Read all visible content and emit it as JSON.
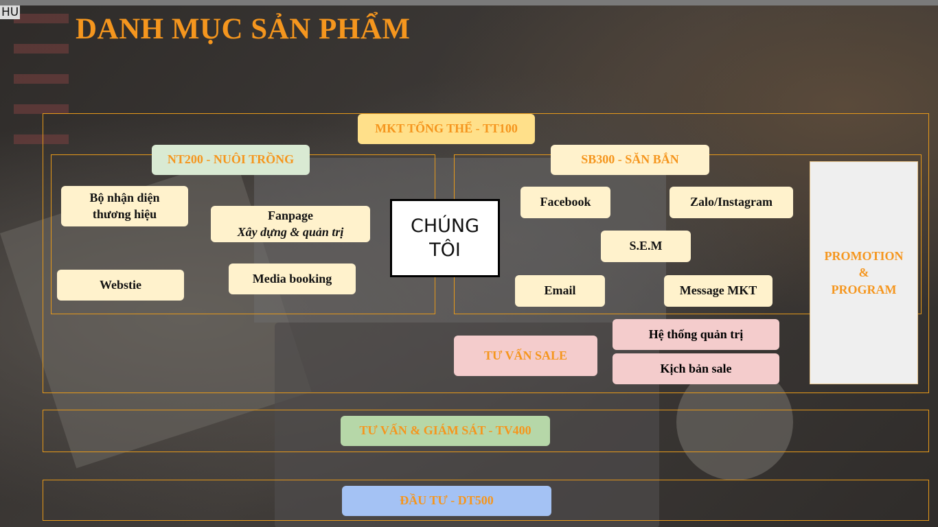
{
  "corner_label": "HU",
  "title": "DANH MỤC SẢN PHẨM",
  "center": "CHÚNG TÔI",
  "overall": {
    "label": "MKT TỔNG THỂ - TT100"
  },
  "nt200": {
    "label": "NT200 - NUÔI TRỒNG",
    "items": {
      "brand_line1": "Bộ nhận diện",
      "brand_line2": "thương hiệu",
      "fanpage_line1": "Fanpage",
      "fanpage_line2": "Xây dựng & quản trị",
      "website": "Webstie",
      "media": "Media booking"
    }
  },
  "sb300": {
    "label": "SB300 - SĂN BẮN",
    "items": {
      "facebook": "Facebook",
      "zalo": "Zalo/Instagram",
      "sem": "S.E.M",
      "email": "Email",
      "message": "Message MKT"
    }
  },
  "promotion": {
    "line1": "PROMOTION",
    "line2": "&",
    "line3": "PROGRAM"
  },
  "sale": {
    "label": "TƯ VẤN SALE",
    "system": "Hệ thống quản trị",
    "script": "Kịch bản sale"
  },
  "tv400": {
    "label": "TƯ VẤN & GIÁM SÁT - TV400"
  },
  "dt500": {
    "label": "ĐẦU TƯ - DT500"
  },
  "colors": {
    "accent": "#f5961e",
    "cream": "#fff2cc",
    "yellow": "#ffe08a",
    "light_green": "#d9ead3",
    "pink": "#f4cccc",
    "green": "#b6d7a8",
    "blue": "#a4c2f4",
    "gray": "#efefef"
  }
}
